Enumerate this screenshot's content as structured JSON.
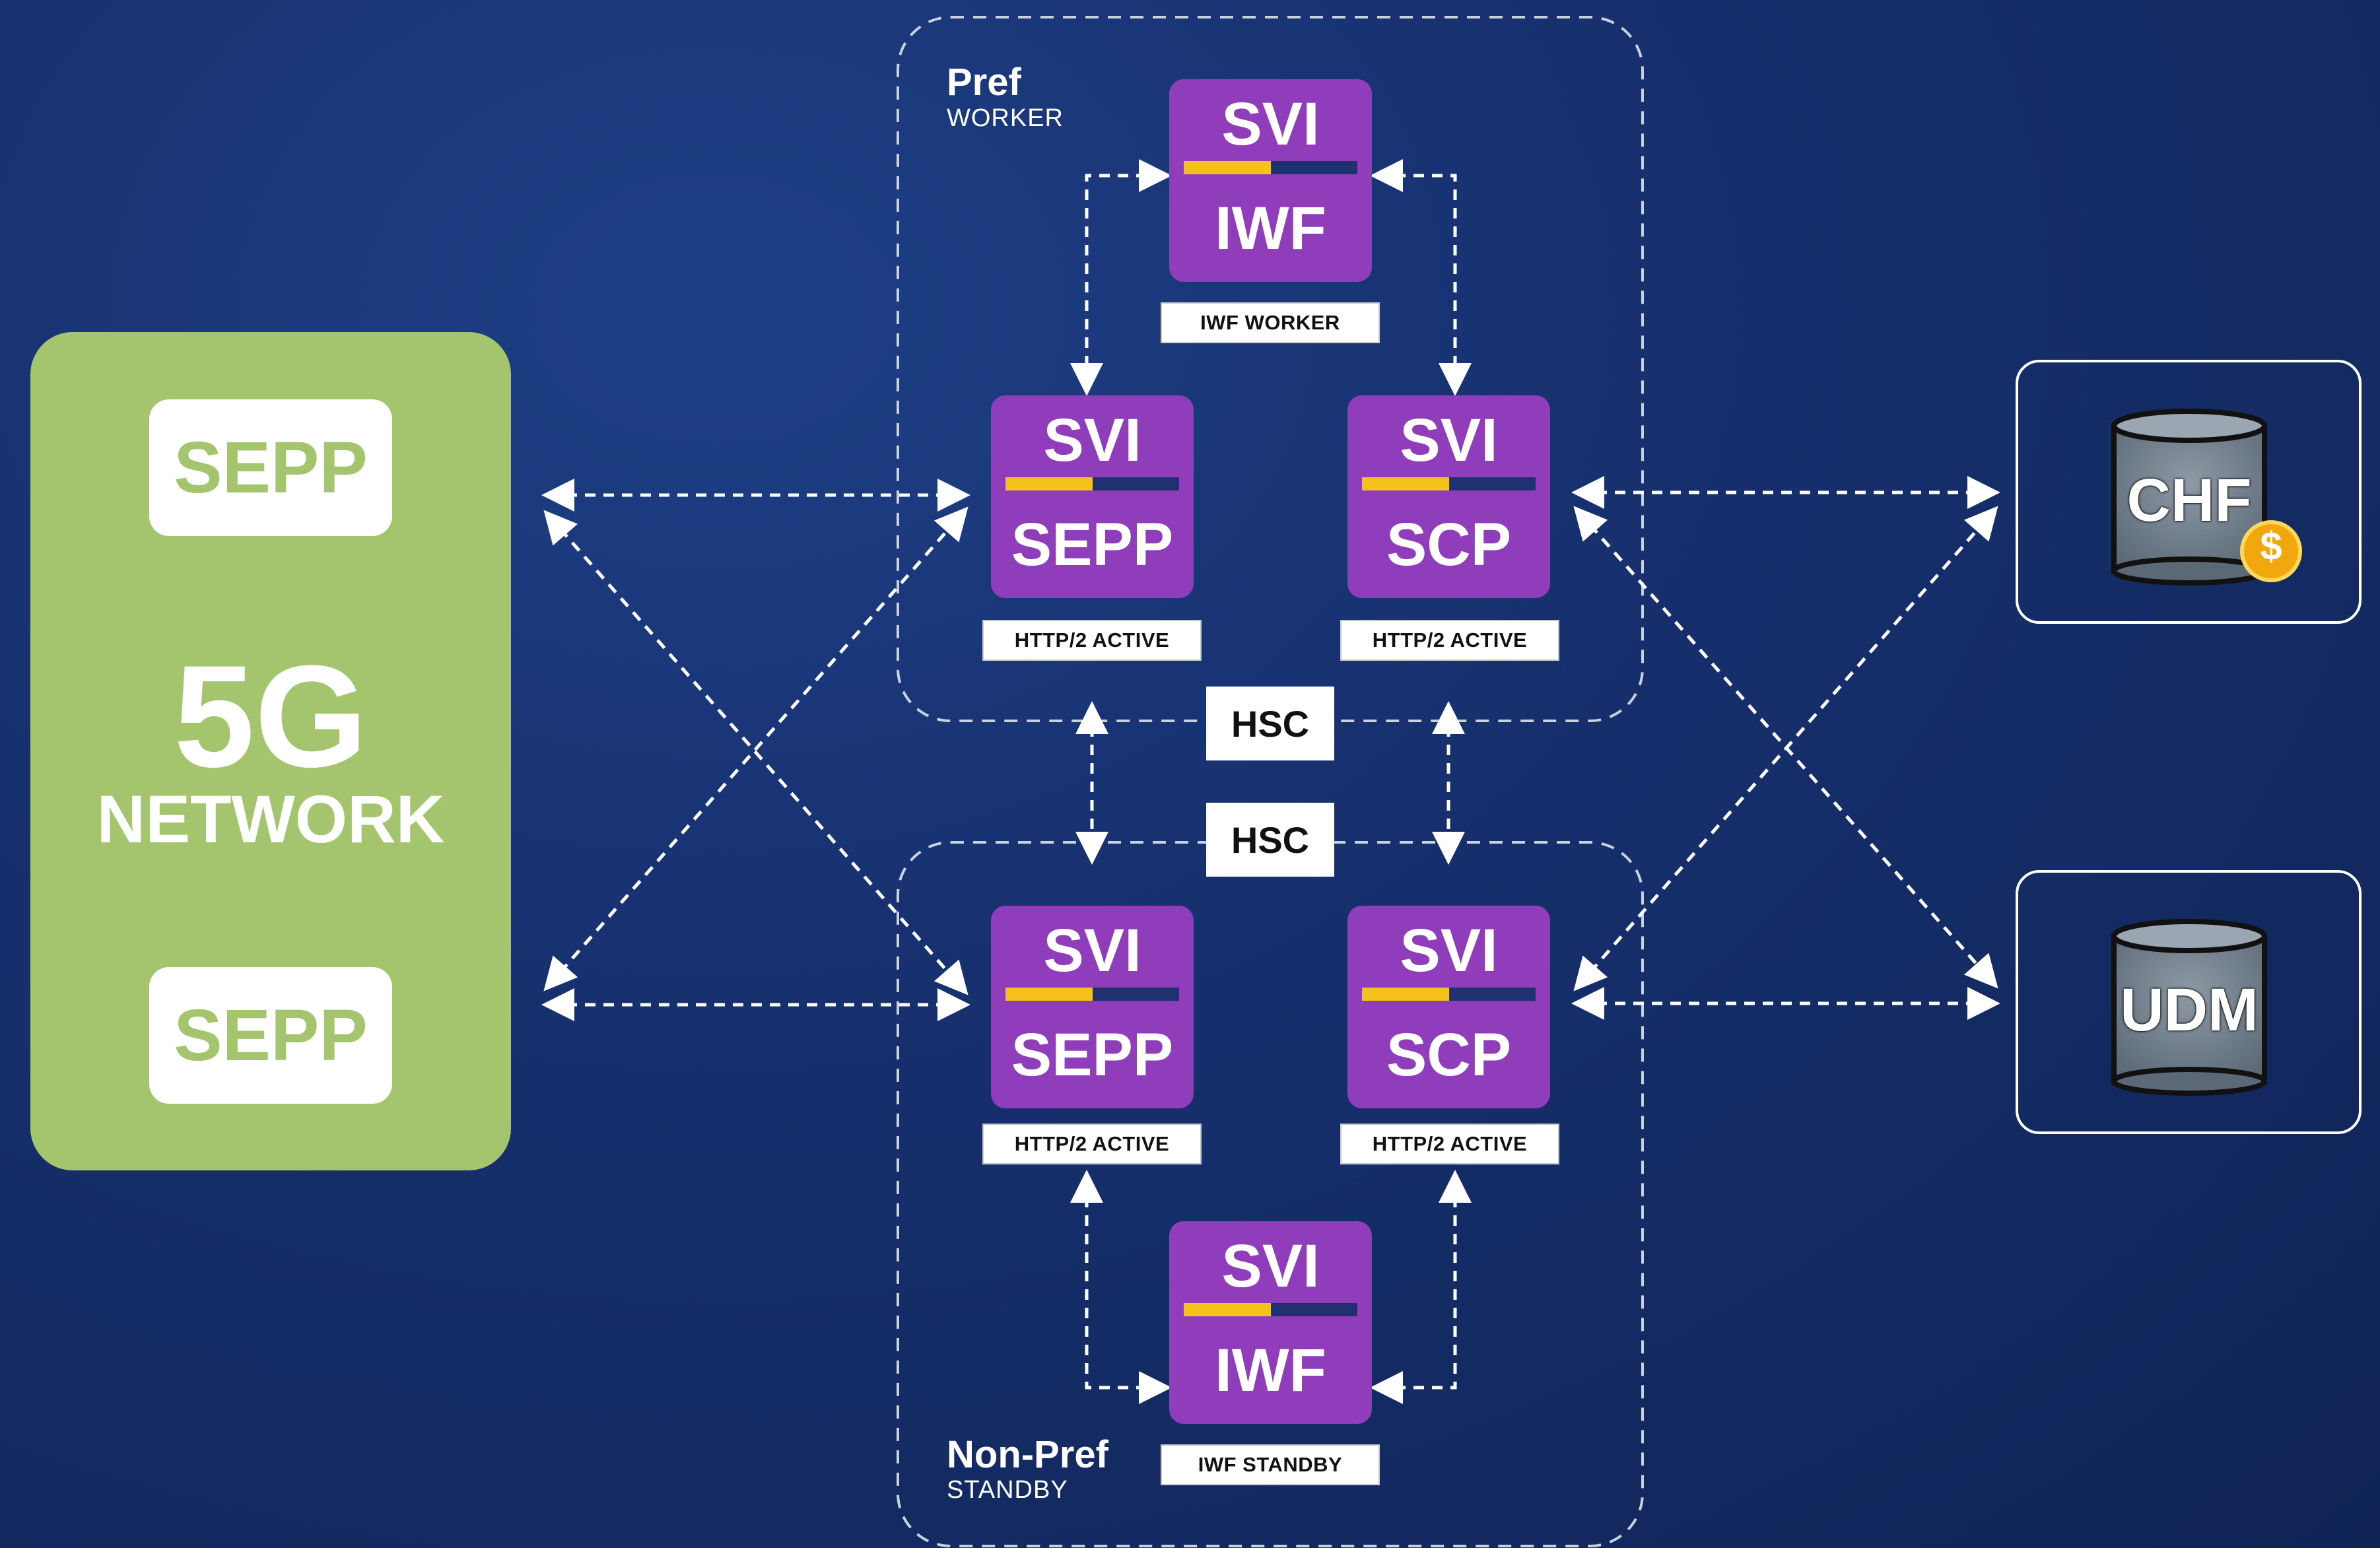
{
  "network": {
    "title_big": "5G",
    "title_small": "NETWORK",
    "top_node": "SEPP",
    "bottom_node": "SEPP"
  },
  "pref_group": {
    "title": "Pref",
    "subtitle": "WORKER",
    "iwf": {
      "top": "SVI",
      "bottom": "IWF",
      "tag": "IWF WORKER"
    },
    "sepp": {
      "top": "SVI",
      "bottom": "SEPP",
      "tag": "HTTP/2 ACTIVE"
    },
    "scp": {
      "top": "SVI",
      "bottom": "SCP",
      "tag": "HTTP/2 ACTIVE"
    }
  },
  "nonpref_group": {
    "title": "Non-Pref",
    "subtitle": "STANDBY",
    "iwf": {
      "top": "SVI",
      "bottom": "IWF",
      "tag": "IWF STANDBY"
    },
    "sepp": {
      "top": "SVI",
      "bottom": "SEPP",
      "tag": "HTTP/2 ACTIVE"
    },
    "scp": {
      "top": "SVI",
      "bottom": "SCP",
      "tag": "HTTP/2 ACTIVE"
    }
  },
  "hsc": {
    "upper": "HSC",
    "lower": "HSC"
  },
  "databases": {
    "chf": {
      "label": "CHF",
      "badge": "$"
    },
    "udm": {
      "label": "UDM"
    }
  },
  "colors": {
    "background": "#17306e",
    "network_green": "#a4c46e",
    "svi_purple": "#8f3dbb",
    "svi_bar_yellow": "#f4c21a",
    "connector": "#ffffff"
  }
}
